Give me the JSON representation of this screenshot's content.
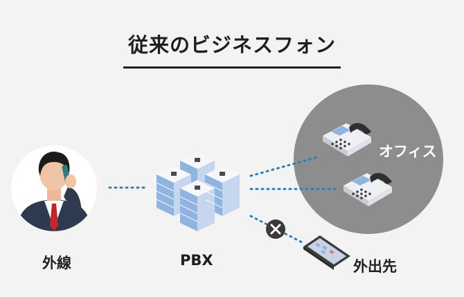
{
  "title": "従来のビジネスフォン",
  "nodes": {
    "external": {
      "label": "外線"
    },
    "pbx": {
      "label": "PBX"
    },
    "office": {
      "label": "オフィス"
    },
    "outside": {
      "label": "外出先"
    }
  },
  "colors": {
    "background": "#f3f3f3",
    "office_circle": "#8d8d8d",
    "dotted_line": "#2d7fb8",
    "blocked_badge": "#3a3a3a",
    "server_blue": "#8fb4e0"
  },
  "icons": {
    "external": "businessman-on-phone-icon",
    "pbx": "server-stack-icon",
    "office_phone": "desk-phone-icon",
    "outside_device": "tablet-icon",
    "blocked": "x-mark-icon"
  }
}
